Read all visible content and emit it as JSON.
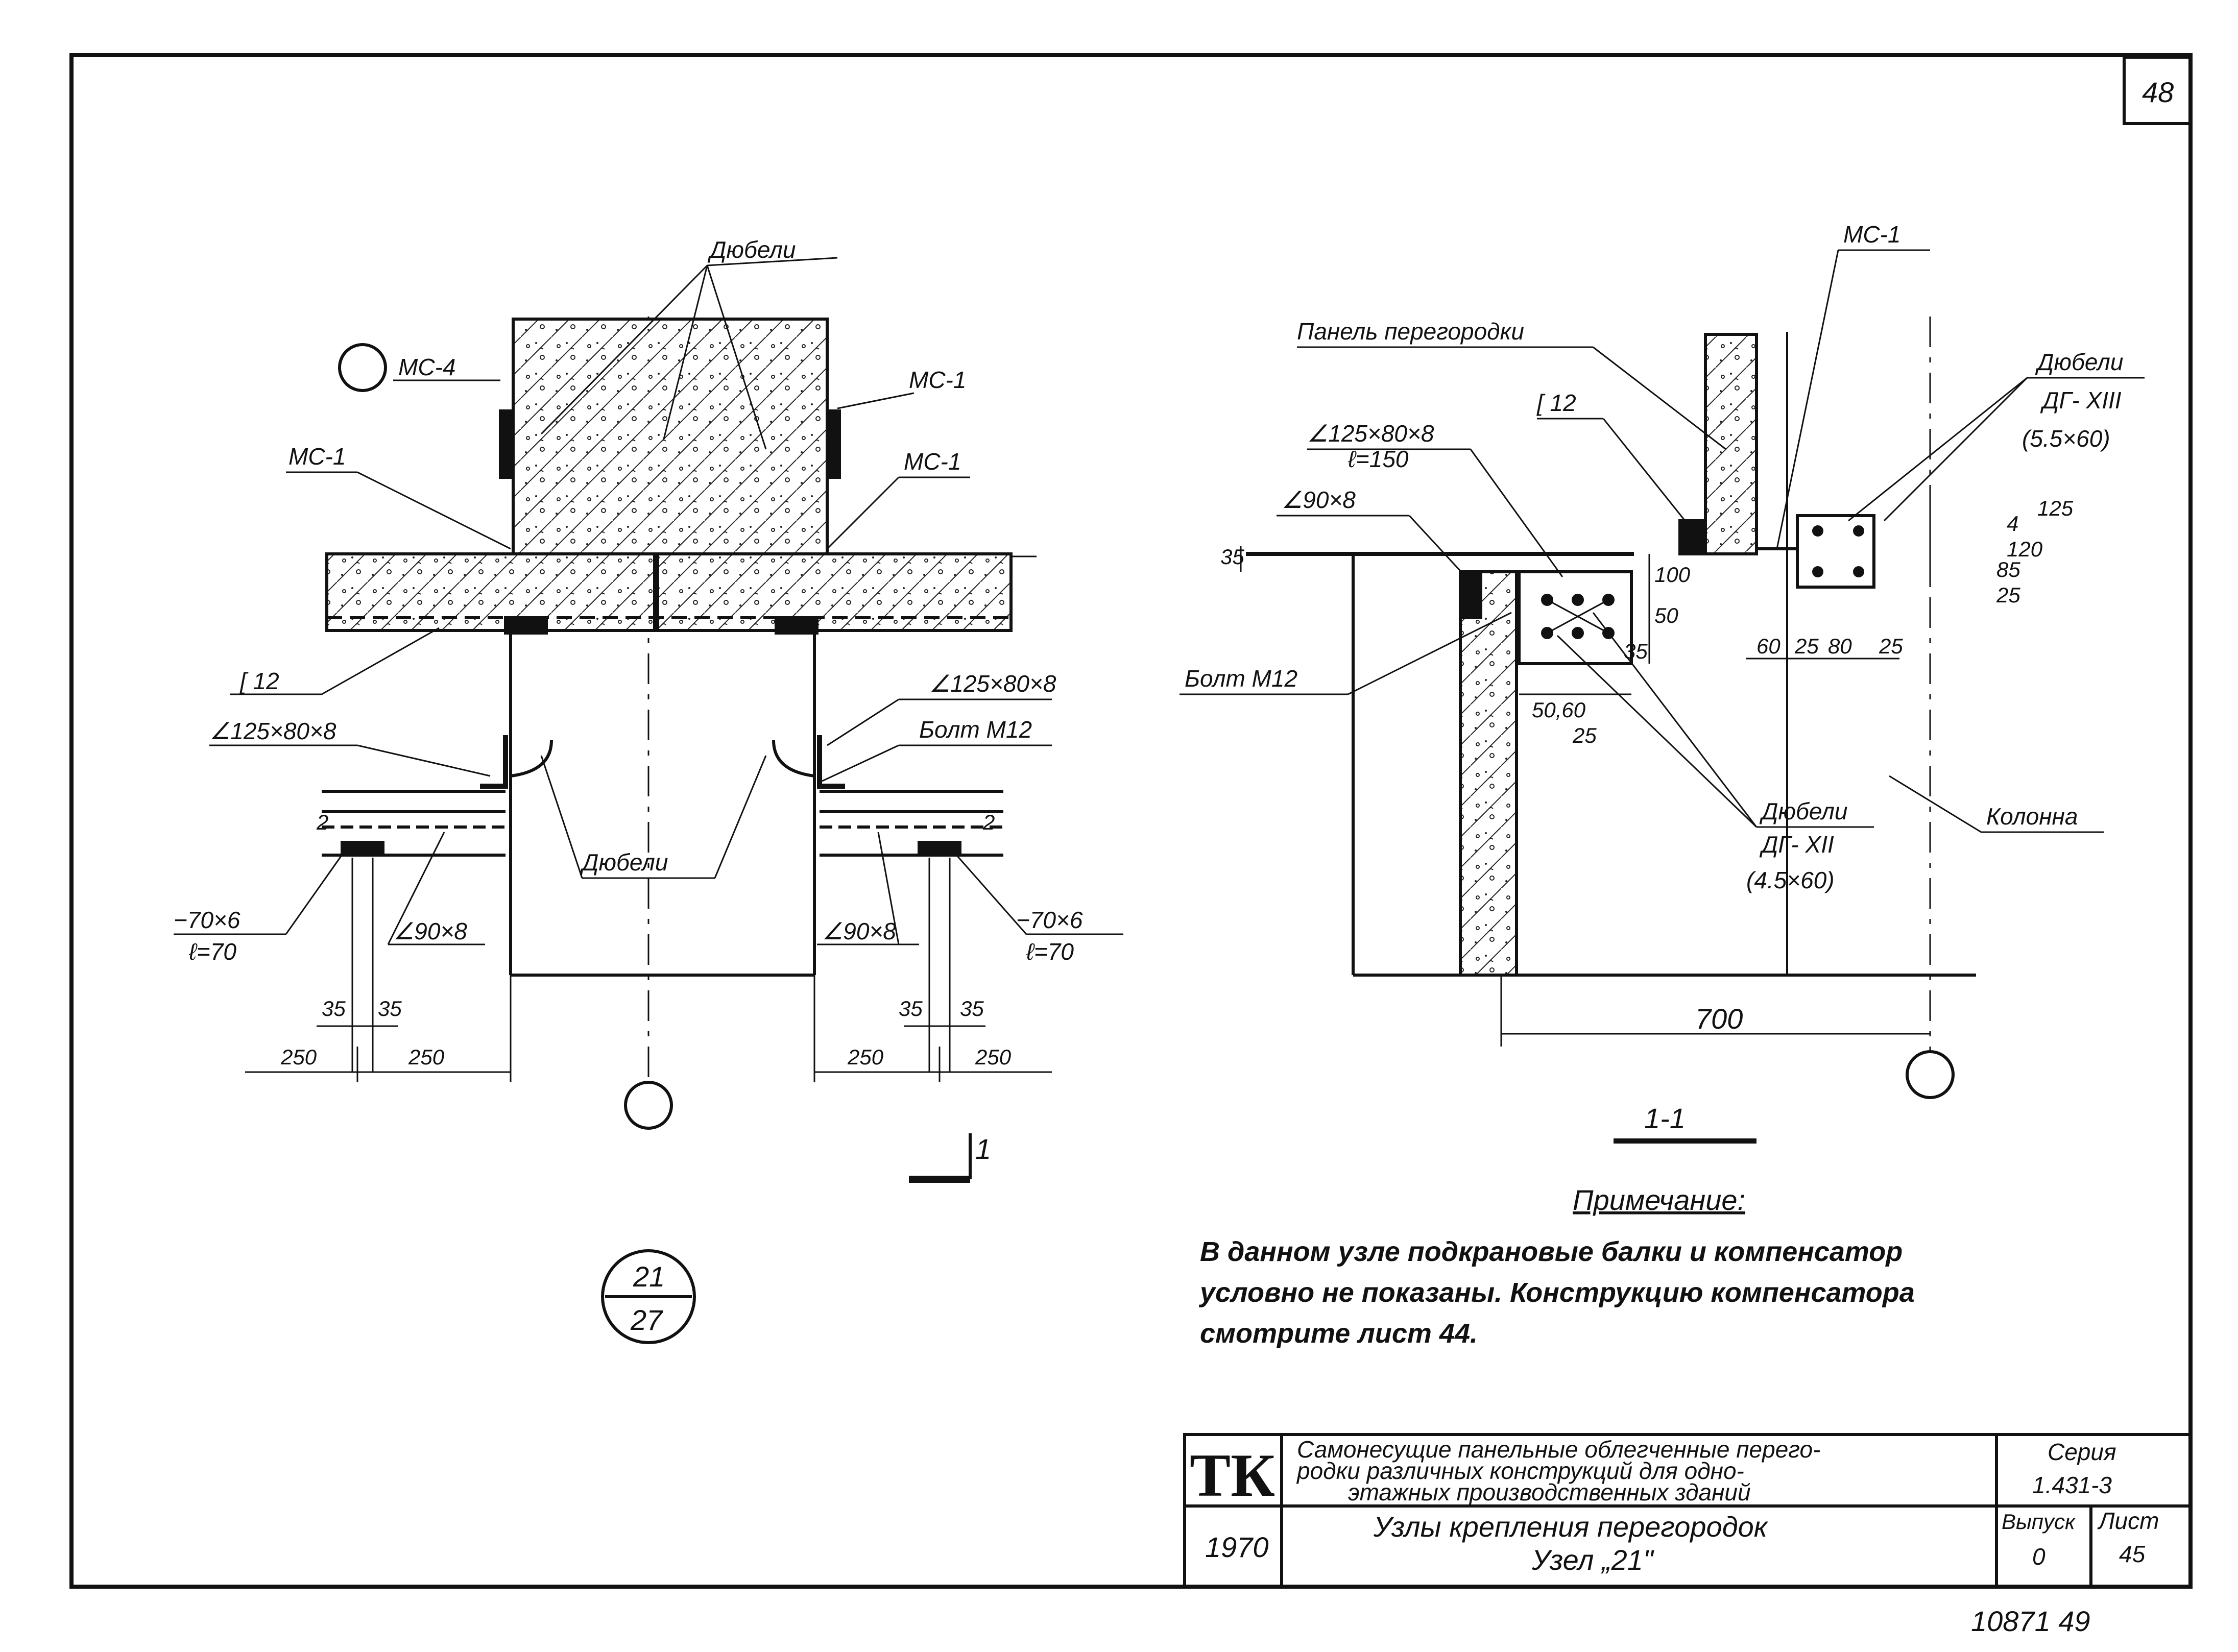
{
  "page_number": "48",
  "archive_number": "10871  49",
  "left_view": {
    "label_dubeli_top": "Дюбели",
    "label_mc4": "МС-4",
    "label_mc1_top_right": "МС-1",
    "label_mc1_left": "МС-1",
    "label_mc1_right": "МС-1",
    "label_c12": "[ 12",
    "label_angle_left": "∠125×80×8",
    "label_angle_right": "∠125×80×8",
    "label_bolt": "Болт М12",
    "label_dubeli_mid": "Дюбели",
    "label_plate_left_1": "−70×6",
    "label_plate_left_2": "ℓ=70",
    "label_plate_right_1": "−70×6",
    "label_plate_right_2": "ℓ=70",
    "label_angle90_left": "∠90×8",
    "label_angle90_right": "∠90×8",
    "level_left": "2",
    "level_right": "2",
    "dims": {
      "a_35_left_1": "35",
      "a_35_left_2": "35",
      "a_35_right_1": "35",
      "a_35_right_2": "35",
      "b_250_1": "250",
      "b_250_2": "250",
      "b_250_3": "250",
      "b_250_4": "250"
    },
    "section_mark": "1",
    "node_top": "21",
    "node_bottom": "27"
  },
  "right_view": {
    "label_mc1": "МС-1",
    "label_panel": "Панель перегородки",
    "label_dubeli": "Дюбели",
    "label_dg13": "ДГ- XIII",
    "label_dg13_size": "(5.5×60)",
    "label_angle": "∠125×80×8",
    "label_angle_len": "ℓ=150",
    "label_c12": "[ 12",
    "label_angle90": "∠90×8",
    "label_bolt": "Болт М12",
    "label_dubeli2": "Дюбели",
    "label_dg12": "ДГ- XII",
    "label_dg12_size": "(4.5×60)",
    "label_column": "Колонна",
    "dims": {
      "d35": "35",
      "d100": "100",
      "d50": "50",
      "d35b": "35",
      "d50_60": "50,60",
      "d25": "25",
      "d60": "60",
      "d25b": "25",
      "d80": "80",
      "d25c": "25",
      "d125": "125",
      "d4": "4",
      "d120": "120",
      "d85": "85",
      "d25d": "25",
      "d700": "700"
    },
    "section_title": "1-1"
  },
  "note": {
    "heading": "Примечание:",
    "line1": "В данном узле подкрановые балки и компенсатор",
    "line2": "условно не показаны. Конструкцию компенсатора",
    "line3": "смотрите лист 44."
  },
  "title_block": {
    "logo": "ТК",
    "year": "1970",
    "desc_line1": "Самонесущие панельные облегченные перего-",
    "desc_line2": "родки различных конструкций для одно-",
    "desc_line3": "этажных производственных зданий",
    "title_line1": "Узлы крепления перегородок",
    "title_line2": "Узел „21\"",
    "series_label": "Серия",
    "series_value": "1.431-3",
    "issue_label": "Выпуск",
    "issue_value": "0",
    "sheet_label": "Лист",
    "sheet_value": "45"
  }
}
